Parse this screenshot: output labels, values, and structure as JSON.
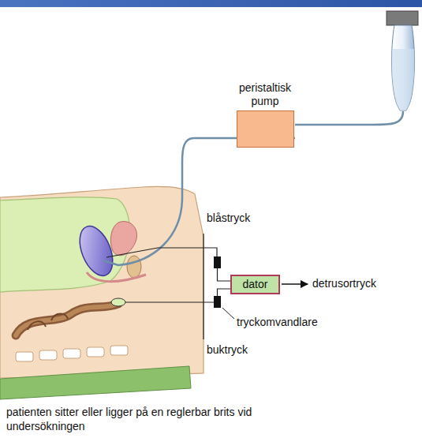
{
  "diagram": {
    "caption": "patienten sitter eller ligger på en reglerbar brits vid undersökningen",
    "nodes": [
      {
        "text": [
          "peristaltisk pump"
        ]
      },
      {
        "text": [
          "dator"
        ]
      }
    ],
    "labels": [
      "blåstryck",
      "detrusortryck",
      "tryckomvandlare",
      "buktryck"
    ]
  }
}
